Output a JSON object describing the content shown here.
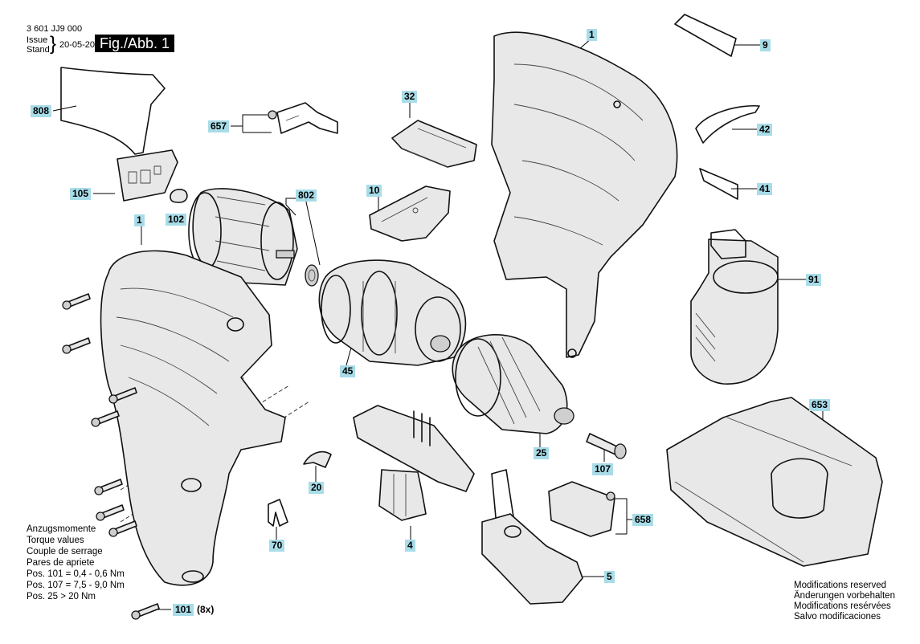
{
  "header": {
    "part_number": "3 601 JJ9 000",
    "issue_label": "Issue",
    "stand_label": "Stand",
    "date": "20-05-20",
    "figure_label": "Fig./Abb. 1"
  },
  "callouts": {
    "c1_housing_right": "1",
    "c9": "9",
    "c42": "42",
    "c41": "41",
    "c91": "91",
    "c653": "653",
    "c808": "808",
    "c657": "657",
    "c32": "32",
    "c105": "105",
    "c802": "802",
    "c10": "10",
    "c102": "102",
    "c1_housing_left": "1",
    "c45": "45",
    "c25": "25",
    "c107": "107",
    "c20": "20",
    "c658": "658",
    "c70": "70",
    "c4": "4",
    "c5": "5",
    "c101": "101",
    "c101_suffix": "(8x)"
  },
  "torque": {
    "lines": [
      "Anzugsmomente",
      "Torque values",
      "Couple de serrage",
      "Pares de apriete"
    ],
    "pos101": "Pos. 101  = 0,4 - 0,6 Nm",
    "pos107": "Pos. 107  = 7,5 - 9,0 Nm",
    "pos25": "Pos. 25    > 20 Nm"
  },
  "modifications": {
    "lines": [
      "Modifications reserved",
      "Änderungen vorbehalten",
      "Modifications resérvées",
      "Salvo modificaciones"
    ]
  }
}
